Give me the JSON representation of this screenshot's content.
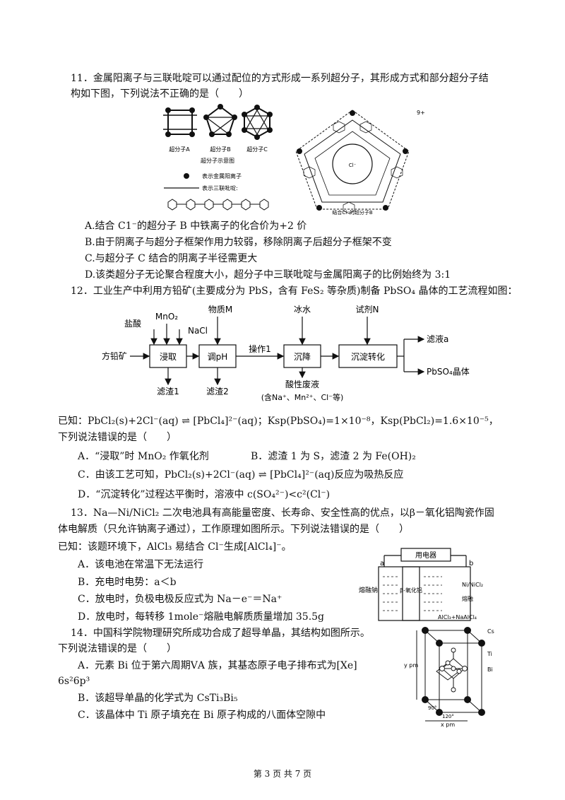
{
  "q11": {
    "stem_line1": "11．金属阳离子与三联吡啶可以通过配位的方式形成一系列超分子，其形成方式和部分超分子结",
    "stem_line2": "构如下图，下列说法不正确的是（　　）",
    "figure": {
      "label_a": "超分子A",
      "label_b": "超分子B",
      "label_c": "超分子C",
      "caption": "超分子示意图",
      "legend_metal": "表示金属阳离子",
      "legend_ligand": "表示三联吡啶:",
      "charge": "9+",
      "center_ion": "Cl⁻",
      "bottom_caption": "结合Cl⁻的超分子B"
    },
    "options": [
      "A.结合 C1⁻的超分子 B 中铁离子的化合价为+2 价",
      "B.由于阴离子与超分子框架作用力较弱，移除阴离子后超分子框架不变",
      "C.与超分子 C 结合的阴离子半径需更大",
      "D.该类超分子无论聚合程度大小，超分子中三联吡啶与金属阳离子的比例始终为 3:1"
    ]
  },
  "q12": {
    "stem": "12．工业生产中利用方铅矿(主要成分为 PbS，含有 FeS₂ 等杂质)制备 PbSO₄ 晶体的工艺流程如图：",
    "flow": {
      "input_ore": "方铅矿",
      "reagent_hcl": "盐酸",
      "reagent_mno2": "MnO₂",
      "reagent_nacl": "NaCl",
      "reagent_m": "物质M",
      "reagent_ice": "冰水",
      "reagent_n": "试剂N",
      "box_leach": "浸取",
      "box_ph": "调pH",
      "box_precip": "沉降",
      "box_convert": "沉淀转化",
      "op1": "操作1",
      "residue1": "滤渣1",
      "residue2": "滤渣2",
      "waste": "酸性废液",
      "waste_note": "(含Na⁺、Mn²⁺、Cl⁻等)",
      "filtrate": "滤液a",
      "product": "PbSO₄晶体"
    },
    "known": "已知：PbCl₂(s)+2Cl⁻(aq) ⇌ [PbCl₄]²⁻(aq)；Ksp(PbSO₄)=1×10⁻⁸，Ksp(PbCl₂)=1.6×10⁻⁵，",
    "question": "下列说法错误的是（　　）",
    "option_a": "A．“浸取”时 MnO₂ 作氧化剂",
    "option_b": "B．滤渣 1 为 S，滤渣 2 为 Fe(OH)₂",
    "option_c": "C．由该工艺可知，PbCl₂(s)+2Cl⁻(aq) ⇌ [PbCl₄]²⁻(aq)反应为吸热反应",
    "option_d": "D．“沉淀转化”过程达平衡时，溶液中 c(SO₄²⁻)<c²(Cl⁻)"
  },
  "q13": {
    "stem_line1": "13．Na—Ni/NiCl₂ 二次电池具有高能量密度、长寿命、安全性高的优点，以β－氧化铝陶瓷作固",
    "stem_line2": "体电解质（只允许钠离子通过），工作原理如图所示。下列说法错误的是（　　）",
    "known": "已知：该题环境下，AlCl₃ 易结合 Cl⁻生成[AlCl₄]⁻。",
    "options": [
      "A．该电池在常温下无法运行",
      "B．充电时电势：a＜b",
      "C．放电时，负极电极反应式为 Na－e⁻＝Na⁺",
      "D．放电时，每转移 1mole⁻熔融电解质质量增加 35.5g"
    ],
    "figure": {
      "device": "用电器",
      "terminal_a": "a",
      "terminal_b": "b",
      "left_label": "熔融钠",
      "middle_label": "β-氧化铝",
      "right_label1": "Ni/NiCl₂",
      "right_label2": "熔融",
      "right_label3": "AlCl₃+NaAlCl₄"
    }
  },
  "q14": {
    "stem": "14．中国科学院物理研究所成功合成了超导单晶，其结构如图所示。",
    "question": "下列说法错误的是（　　）",
    "option_a_line1": "A．元素 Bi 位于第六周期ⅤA 族，其基态原子电子排布式为[Xe]",
    "option_a_line2": "6s²6p³",
    "option_b": "B．该超导单晶的化学式为 CsTi₃Bi₅",
    "option_c": "C．该晶体中 Ti 原子填充在 Bi 原子构成的八面体空隙中",
    "figure": {
      "cs": "Cs",
      "ti": "Ti",
      "bi": "Bi",
      "y_axis": "y pm",
      "x_axis": "x pm",
      "angle90": "90°",
      "angle120": "120°"
    }
  },
  "footer": "第 3 页 共 7 页"
}
